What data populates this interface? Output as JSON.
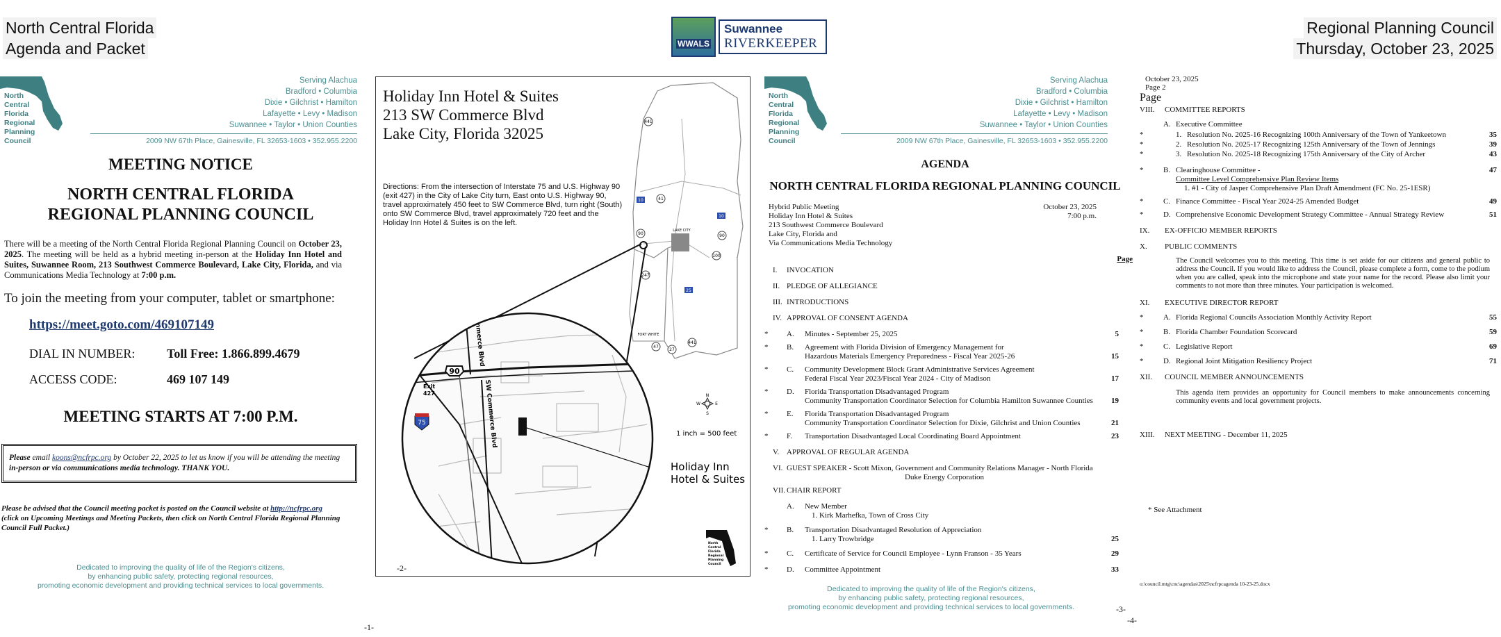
{
  "header": {
    "left_line1": "North Central Florida",
    "left_line2": "Agenda and Packet",
    "right_line1": "Regional Planning Council",
    "right_line2": "Thursday, October 23, 2025",
    "logo_text_left": "WWALS",
    "logo_text_top": "Suwannee",
    "logo_text_bottom": "RIVERKEEPER"
  },
  "letterhead": {
    "org_name": [
      "North",
      "Central",
      "Florida",
      "Regional",
      "Planning",
      "Council"
    ],
    "serving": [
      "Serving  Alachua",
      "Bradford • Columbia",
      "Dixie • Gilchrist • Hamilton",
      "Lafayette • Levy • Madison",
      "Suwannee • Taylor • Union Counties"
    ],
    "address": "2009 NW 67th Place, Gainesville, FL 32653-1603 • 352.955.2200",
    "dedicated": [
      "Dedicated to improving the quality of life of the Region's citizens,",
      "by enhancing public safety, protecting regional resources,",
      "promoting economic development and providing technical services to local governments."
    ]
  },
  "page1": {
    "title": "MEETING NOTICE",
    "org_line1": "NORTH CENTRAL FLORIDA",
    "org_line2": "REGIONAL PLANNING COUNCIL",
    "body_a": "There will be a meeting of the North Central Florida Regional Planning Council on ",
    "body_date": "October 23, 2025",
    "body_b": ". The meeting will be held as a hybrid meeting in-person at the ",
    "body_venue": "Holiday Inn Hotel and Suites, Suwannee Room, 213 Southwest Commerce Boulevard, Lake City, Florida,",
    "body_c": " and via Communications Media Technology at ",
    "body_time": "7:00 p.m.",
    "join_text": "To join the meeting from your computer, tablet or smartphone:",
    "meeting_link": "https://meet.goto.com/469107149",
    "dial_label": "DIAL IN NUMBER:",
    "dial_value": "Toll Free: 1.866.899.4679",
    "access_label": "ACCESS CODE:",
    "access_value": "469 107 149",
    "meeting_starts": "MEETING STARTS AT 7:00 P.M.",
    "box_a": "Please",
    "box_b": " email ",
    "box_email": "koons@ncfrpc.org",
    "box_c": " by October 22, 2025 to let us know if you will be attending the meeting ",
    "box_d": "in-person or via communications media technology.  THANK YOU.",
    "advise_a": "Please be advised that the Council meeting packet is posted on the Council website at ",
    "advise_link": "http://ncfrpc.org",
    "advise_b": "(click on Upcoming Meetings and Meeting Packets, then click on North Central Florida Regional Planning Council Full Packet.)",
    "page_number": "-1-"
  },
  "page2": {
    "addr1": "Holiday Inn Hotel & Suites",
    "addr2": "213 SW Commerce Blvd",
    "addr3": "Lake City, Florida 32025",
    "directions": "Directions:  From the intersection of Interstate 75 and U.S. Highway 90 (exit 427) in the City of Lake City turn, East onto U.S. Highway 90, travel approximately 450 feet to SW Commerce Blvd, turn right (South) onto SW Commerce Blvd, travel approximately 720 feet and the Holiday Inn Hotel & Suites is on the left.",
    "road_nw": "NW Commerce Blvd",
    "road_sw": "SW Commerce Blvd",
    "hwy90": "90",
    "i75": "75",
    "exit": "Exit",
    "exit_num": "427",
    "hotel_label1": "Holiday Inn",
    "hotel_label2": "Hotel & Suites",
    "scale": "1 inch = 500 feet",
    "compass_n": "N",
    "compass_s": "S",
    "compass_e": "E",
    "compass_w": "W",
    "map_routes": [
      "441",
      "41",
      "10",
      "90",
      "90",
      "10",
      "100",
      "247",
      "25",
      "47",
      "27",
      "441"
    ],
    "lake_city": "LAKE CITY",
    "fort_white": "FORT WHITE",
    "logo_small": [
      "North",
      "Central",
      "Florida",
      "Regional",
      "Planning",
      "Council"
    ],
    "page_number": "-2-"
  },
  "page3": {
    "title": "AGENDA",
    "org": "NORTH CENTRAL FLORIDA REGIONAL PLANNING COUNCIL",
    "info_left": [
      "Hybrid Public Meeting",
      "Holiday Inn Hotel & Suites",
      "213 Southwest Commerce Boulevard",
      "Lake City, Florida and",
      "Via Communications Media Technology"
    ],
    "info_right": [
      "October 23, 2025",
      "7:00 p.m."
    ],
    "page_header": "Page",
    "items": [
      {
        "star": "",
        "num": "I.",
        "text": "INVOCATION",
        "page": "",
        "indent": 0
      },
      {
        "star": "",
        "num": "II.",
        "text": "PLEDGE OF ALLEGIANCE",
        "page": "",
        "indent": 0
      },
      {
        "star": "",
        "num": "III.",
        "text": "INTRODUCTIONS",
        "page": "",
        "indent": 0
      },
      {
        "star": "",
        "num": "IV.",
        "text": "APPROVAL OF CONSENT AGENDA",
        "page": "",
        "indent": 0
      },
      {
        "star": "*",
        "num": "A.",
        "text": "Minutes - September 25, 2025",
        "page": "5",
        "indent": 1
      },
      {
        "star": "*",
        "num": "B.",
        "text": "Agreement with Florida Division of Emergency Management for",
        "text2": "Hazardous Materials Emergency Preparedness - Fiscal Year 2025-26",
        "page": "15",
        "indent": 1
      },
      {
        "star": "*",
        "num": "C.",
        "text": "Community Development Block Grant Administrative Services Agreement",
        "text2": "Federal Fiscal Year 2023/Fiscal Year 2024 - City of Madison",
        "page": "17",
        "indent": 1
      },
      {
        "star": "*",
        "num": "D.",
        "text": "Florida Transportation Disadvantaged Program",
        "text2": "Community Transportation Coordinator Selection for Columbia Hamilton Suwannee Counties",
        "page": "19",
        "indent": 1
      },
      {
        "star": "*",
        "num": "E.",
        "text": "Florida Transportation Disadvantaged Program",
        "text2": "Community Transportation Coordinator Selection for Dixie, Gilchrist and Union Counties",
        "page": "21",
        "indent": 1
      },
      {
        "star": "*",
        "num": "F.",
        "text": "Transportation Disadvantaged Local Coordinating Board Appointment",
        "page": "23",
        "indent": 1
      },
      {
        "star": "",
        "num": "V.",
        "text": "APPROVAL OF REGULAR AGENDA",
        "page": "",
        "indent": 0
      },
      {
        "star": "",
        "num": "VI.",
        "text": "GUEST SPEAKER - Scott Mixon, Government and Community Relations Manager - North Florida",
        "text2": "Duke Energy Corporation",
        "page": "",
        "indent": 0,
        "center2": true
      },
      {
        "star": "",
        "num": "VII.",
        "text": "CHAIR REPORT",
        "page": "",
        "indent": 0
      },
      {
        "star": "",
        "num": "A.",
        "text": "New Member",
        "text2": "1.   Kirk Marhefka, Town of Cross City",
        "page": "",
        "indent": 1
      },
      {
        "star": "*",
        "num": "B.",
        "text": "Transportation Disadvantaged Resolution of Appreciation",
        "text2": "1.   Larry Trowbridge",
        "page": "25",
        "indent": 1
      },
      {
        "star": "*",
        "num": "C.",
        "text": "Certificate of Service for Council Employee - Lynn Franson - 35 Years",
        "page": "29",
        "indent": 1
      },
      {
        "star": "*",
        "num": "D.",
        "text": "Committee Appointment",
        "page": "33",
        "indent": 1
      }
    ],
    "page_number": "-3-"
  },
  "page4": {
    "date": "October 23, 2025",
    "page_label": "Page 2",
    "page_header": "Page",
    "items": [
      {
        "star": "",
        "num": "VIII.",
        "text": "COMMITTEE REPORTS",
        "page": "",
        "indent": 0
      },
      {
        "star": "",
        "num": "A.",
        "text": "Executive Committee",
        "page": "",
        "indent": 1
      },
      {
        "star": "*",
        "num": "1.",
        "text": "Resolution No. 2025-16 Recognizing 100th Anniversary of the Town of Yankeetown",
        "page": "35",
        "indent": 2
      },
      {
        "star": "*",
        "num": "2.",
        "text": "Resolution No. 2025-17 Recognizing 125th Anniversary of the Town of Jennings",
        "page": "39",
        "indent": 2
      },
      {
        "star": "*",
        "num": "3.",
        "text": "Resolution No. 2025-18 Recognizing 175th Anniversary of the City of Archer",
        "page": "43",
        "indent": 2
      },
      {
        "star": "*",
        "num": "B.",
        "text": "Clearinghouse Committee -",
        "text2": "Committee Level Comprehensive Plan Review Items",
        "text3": "1.   #1 -  City of Jasper Comprehensive Plan Draft Amendment (FC No. 25-1ESR)",
        "page": "47",
        "indent": 1
      },
      {
        "star": "*",
        "num": "C.",
        "text": "Finance Committee - Fiscal Year 2024-25 Amended Budget",
        "page": "49",
        "indent": 1
      },
      {
        "star": "*",
        "num": "D.",
        "text": "Comprehensive Economic Development Strategy Committee - Annual Strategy Review",
        "page": "51",
        "indent": 1
      },
      {
        "star": "",
        "num": "IX.",
        "text": "EX-OFFICIO MEMBER REPORTS",
        "page": "",
        "indent": 0
      },
      {
        "star": "",
        "num": "X.",
        "text": "PUBLIC COMMENTS",
        "page": "",
        "indent": 0
      },
      {
        "star": "",
        "num": "",
        "text": "The Council welcomes you to this meeting.  This time is set aside for our citizens and general public to address the Council.  If you would like to address the Council, please complete a form, come to the podium when you are called, speak into the microphone and state your name for the record.  Please also limit your comments to not more than three minutes.  Your participation is welcomed.",
        "page": "",
        "indent": 1,
        "para": true
      },
      {
        "star": "",
        "num": "XI.",
        "text": "EXECUTIVE DIRECTOR REPORT",
        "page": "",
        "indent": 0
      },
      {
        "star": "*",
        "num": "A.",
        "text": "Florida Regional Councils Association Monthly Activity Report",
        "page": "55",
        "indent": 1
      },
      {
        "star": "*",
        "num": "B.",
        "text": "Florida Chamber Foundation Scorecard",
        "page": "59",
        "indent": 1
      },
      {
        "star": "*",
        "num": "C.",
        "text": "Legislative Report",
        "page": "69",
        "indent": 1
      },
      {
        "star": "*",
        "num": "D.",
        "text": "Regional Joint Mitigation Resiliency Project",
        "page": "71",
        "indent": 1
      },
      {
        "star": "",
        "num": "XII.",
        "text": "COUNCIL MEMBER ANNOUNCEMENTS",
        "page": "",
        "indent": 0
      },
      {
        "star": "",
        "num": "",
        "text": "This agenda item provides an opportunity for Council members to make announcements concerning community events and local government projects.",
        "page": "",
        "indent": 1,
        "para": true
      },
      {
        "star": "",
        "num": "XIII.",
        "text": "NEXT MEETING - December 11, 2025",
        "page": "",
        "indent": 0
      }
    ],
    "see_attachment": "* See Attachment",
    "file_path": "o:\\council.mtg\\cnc\\agendas\\2025\\ncfrpcagenda 10-23-25.docx",
    "page_number": "-4-"
  }
}
